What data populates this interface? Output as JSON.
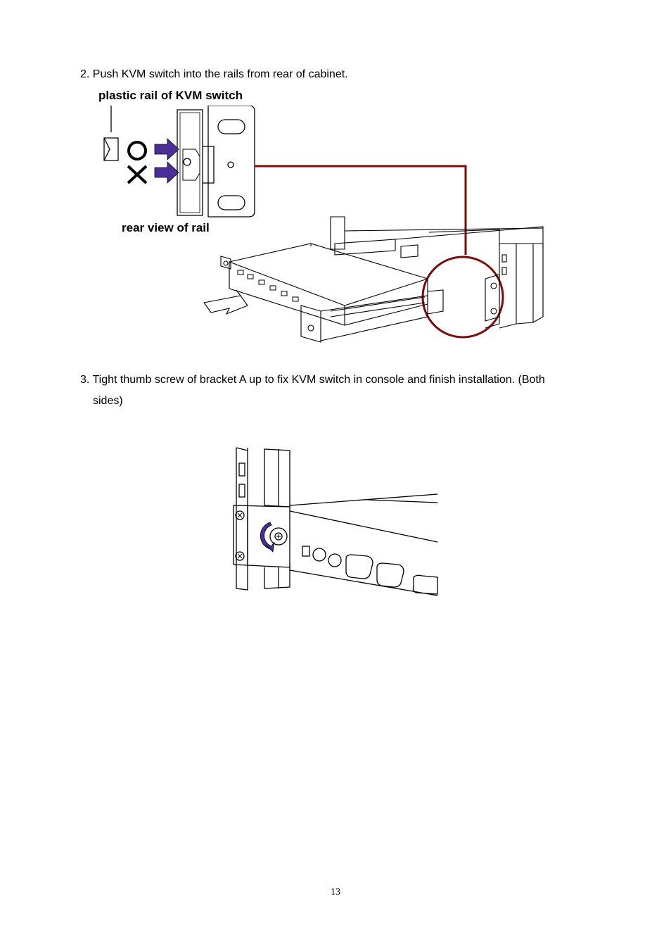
{
  "steps": {
    "step2": "2. Push KVM switch into the rails from rear of cabinet.",
    "step3_line1": "3. Tight thumb screw of bracket A up to fix KVM switch in console and finish installation. (Both",
    "step3_line2": "sides)"
  },
  "figure1": {
    "label_plastic_rail": "plastic rail of KVM switch",
    "label_rear_view": "rear view of rail",
    "callout_color": "#7a0c0c",
    "arrow_color": "#4a2f9a"
  },
  "figure2": {
    "arrow_color": "#4a2f9a"
  },
  "page_number": "13"
}
